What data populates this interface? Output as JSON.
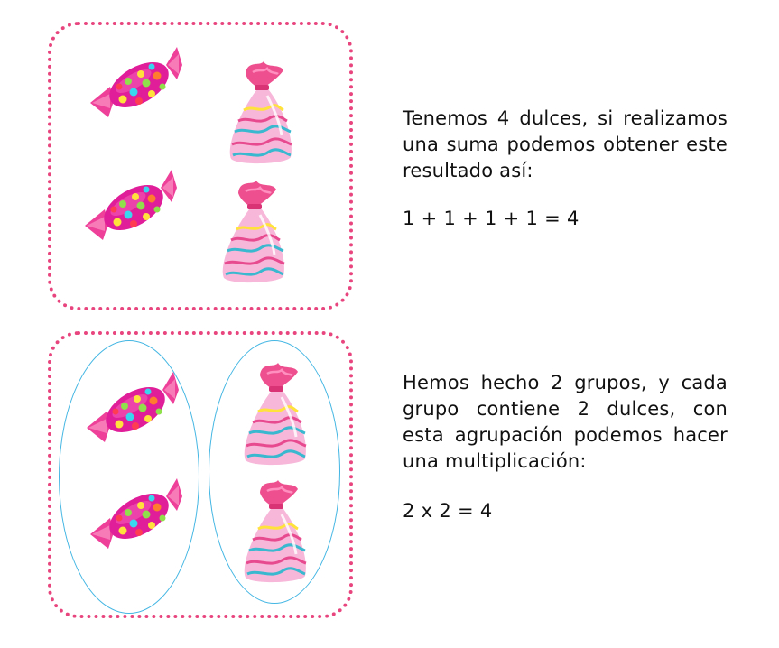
{
  "section1": {
    "text": "Tenemos 4 dulces, si realizamos una suma podemos obtener este resultado así:",
    "equation": "1 + 1 + 1 + 1 = 4"
  },
  "section2": {
    "text": "Hemos hecho 2 grupos, y cada grupo contiene 2 dulces, con esta agrupación podemos hacer una multiplicación:",
    "equation": "2 x 2 = 4"
  },
  "colors": {
    "border": "#e8457e",
    "ellipse": "#43b6e3",
    "candy_body": "#e01e9a",
    "candy_wrap": "#f06aa8",
    "bag_body": "#f7b7d9"
  },
  "icons": [
    "wrapped-candy-icon",
    "candy-bag-icon"
  ]
}
